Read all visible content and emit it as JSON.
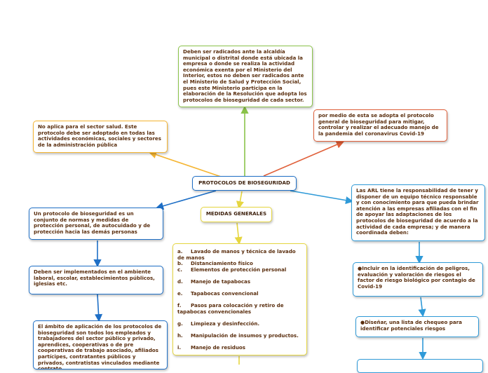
{
  "central": {
    "label": "PROTOCOLOS DE BIOSEGURIDAD"
  },
  "top": {
    "text": "Deben ser radicados  ante la alcaldía municipal o distrital donde está ubicada la empresa o donde se realiza la actividad económica exenta por el Ministerio del Interior, estos no deben ser radicados ante el Ministerio de Salud y Protección Social, pues este Ministerio participa en la elaboración de la Resolución que adopta los protocolos de bioseguridad de cada sector."
  },
  "left_top": {
    "text": "No aplica para el sector salud. Este protocolo debe ser adoptado en todas las actividades económicas, sociales y sectores de la administración pública"
  },
  "right_top": {
    "text": "por medio de esta se adopta el protocolo general de bioseguridad para mitigar, controlar y realizar el adecuado manejo de la pandemia del coronavirus Covid-19"
  },
  "left_chain": [
    {
      "text": "Un protocolo de bioseguridad es un conjunto de normas y medidas de protección personal, de autocuidado y de protección hacia las demás personas"
    },
    {
      "text": "Deben ser implementados en el ambiente laboral, escolar, establecimientos públicos, iglesias etc."
    },
    {
      "text": "El ámbito de aplicación de los protocolos de bioseguridad son todos los empleados y trabajadores del sector público y privado, aprendices, cooperativas o de pre cooperativas de trabajo asociado, afiliados partícipes, contratantes públicos y privados, contratistas vinculados mediante contrato"
    }
  ],
  "medidas": {
    "title": "MEDIDAS GENERALES",
    "items": [
      {
        "label": "a.",
        "text": "Lavado de manos y técnica de lavado de manos"
      },
      {
        "label": "b.",
        "text": "Distanciamiento físico"
      },
      {
        "label": "c.",
        "text": "Elementos de protección personal"
      },
      {
        "label": "d.",
        "text": "Manejo de tapabocas"
      },
      {
        "label": "e.",
        "text": "Tapabocas convencional"
      },
      {
        "label": "f.",
        "text": "Pasos para colocación y retiro de tapabocas convencionales"
      },
      {
        "label": "g.",
        "text": "Limpieza y desinfección."
      },
      {
        "label": "h.",
        "text": "Manipulación de insumos y productos."
      },
      {
        "label": "i.",
        "text": "Manejo de residuos"
      }
    ]
  },
  "right_chain": [
    {
      "text": "Las ARL tiene la responsabilidad de tener y disponer de un equipo técnico responsable y con conocimiento para que pueda brindar atención a las empresas afiliadas con el fin de apoyar las adaptaciones de los protocolos de bioseguridad de acuerdo a la actividad de cada empresa; y de manera coordinada deben:"
    },
    {
      "text": "●Incluir en la identificación de peligros, evaluación y valoración de riesgos el factor de riesgo biológico por contagio de Covid-19"
    },
    {
      "text": "●Diseñar, una lista de chequeo para identificar potenciales riesgos"
    }
  ],
  "colors": {
    "green": "#8bc34a",
    "orange": "#f5b532",
    "red": "#e0603a",
    "blue": "#1e6fc6",
    "lightblue": "#2f9ad8",
    "yellow": "#e6d640",
    "text": "#5a2e0e"
  }
}
